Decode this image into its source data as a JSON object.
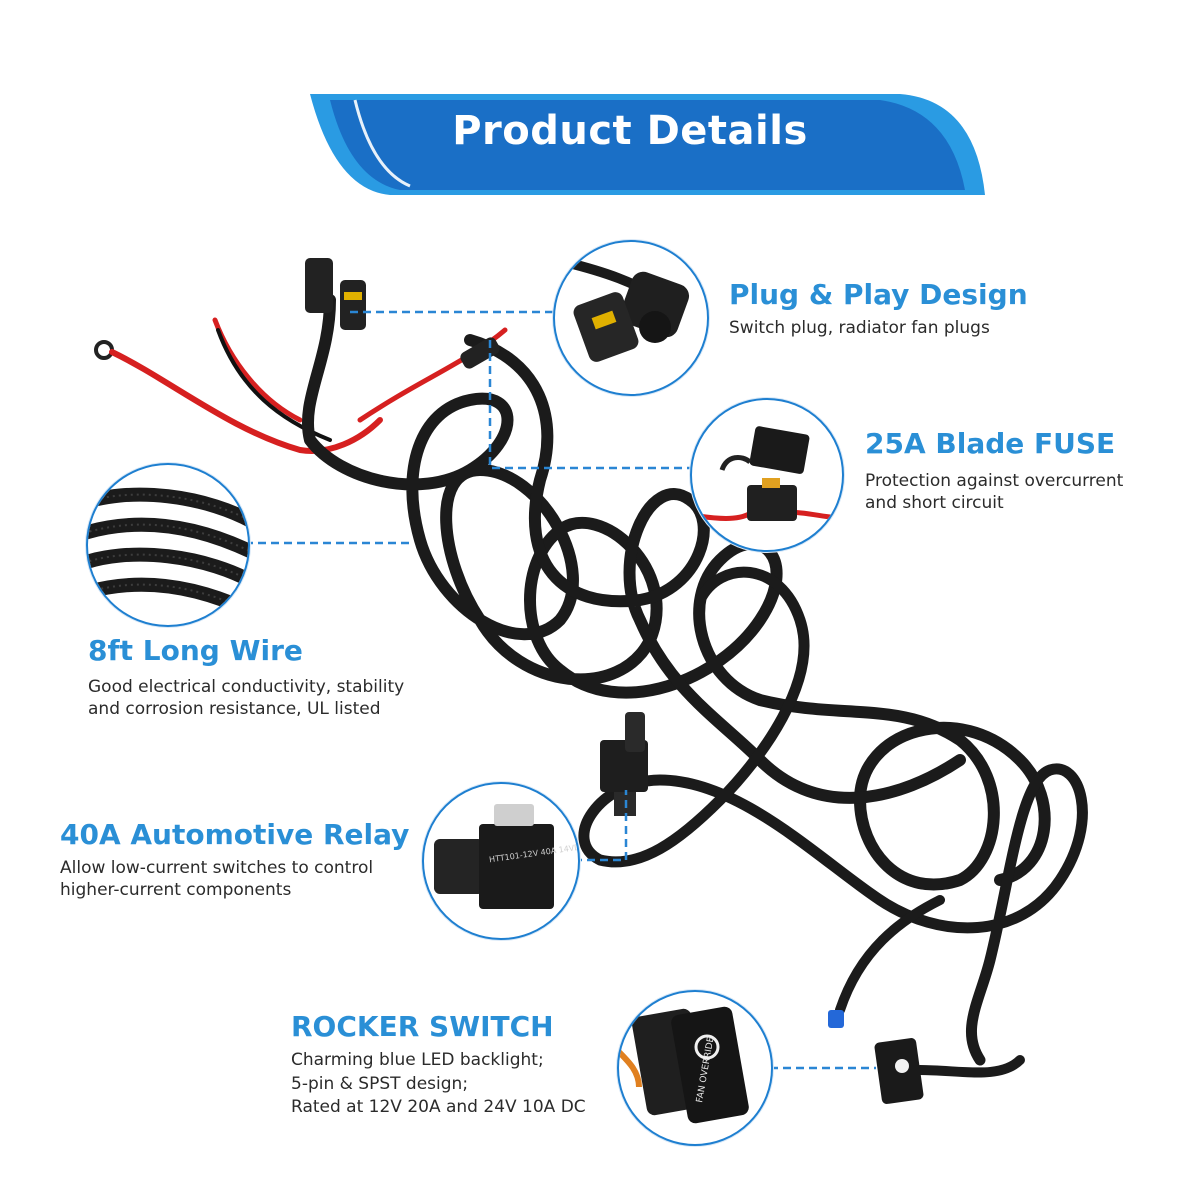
{
  "banner": {
    "title": "Product Details",
    "color": "#1a6fc6",
    "accent": "#2a9be3"
  },
  "features": [
    {
      "id": "plug",
      "title": "Plug & Play Design",
      "desc": [
        "Switch plug, radiator fan plugs"
      ]
    },
    {
      "id": "fuse",
      "title": "25A Blade FUSE",
      "desc": [
        "Protection against overcurrent",
        "and short circuit"
      ]
    },
    {
      "id": "wire",
      "title": "8ft Long Wire",
      "desc": [
        "Good electrical conductivity, stability",
        "and corrosion resistance, UL listed"
      ]
    },
    {
      "id": "relay",
      "title": "40A Automotive Relay",
      "desc": [
        "Allow low-current switches to control",
        "higher-current components"
      ]
    },
    {
      "id": "switch",
      "title": "ROCKER SWITCH",
      "desc": [
        "Charming blue LED backlight;",
        "5-pin & SPST design;",
        "Rated at 12V 20A and 24V 10A DC"
      ]
    }
  ],
  "colors": {
    "title_blue": "#2a8fd6",
    "circle_border": "#1e7fd0",
    "wire": "#1b1b1b",
    "red_wire": "#d62020",
    "dash": "#2a86d4"
  },
  "product_text": {
    "relay_label": "HTT101-12V 40A 14VDC",
    "switch_label": "FAN OVERRIDE"
  }
}
